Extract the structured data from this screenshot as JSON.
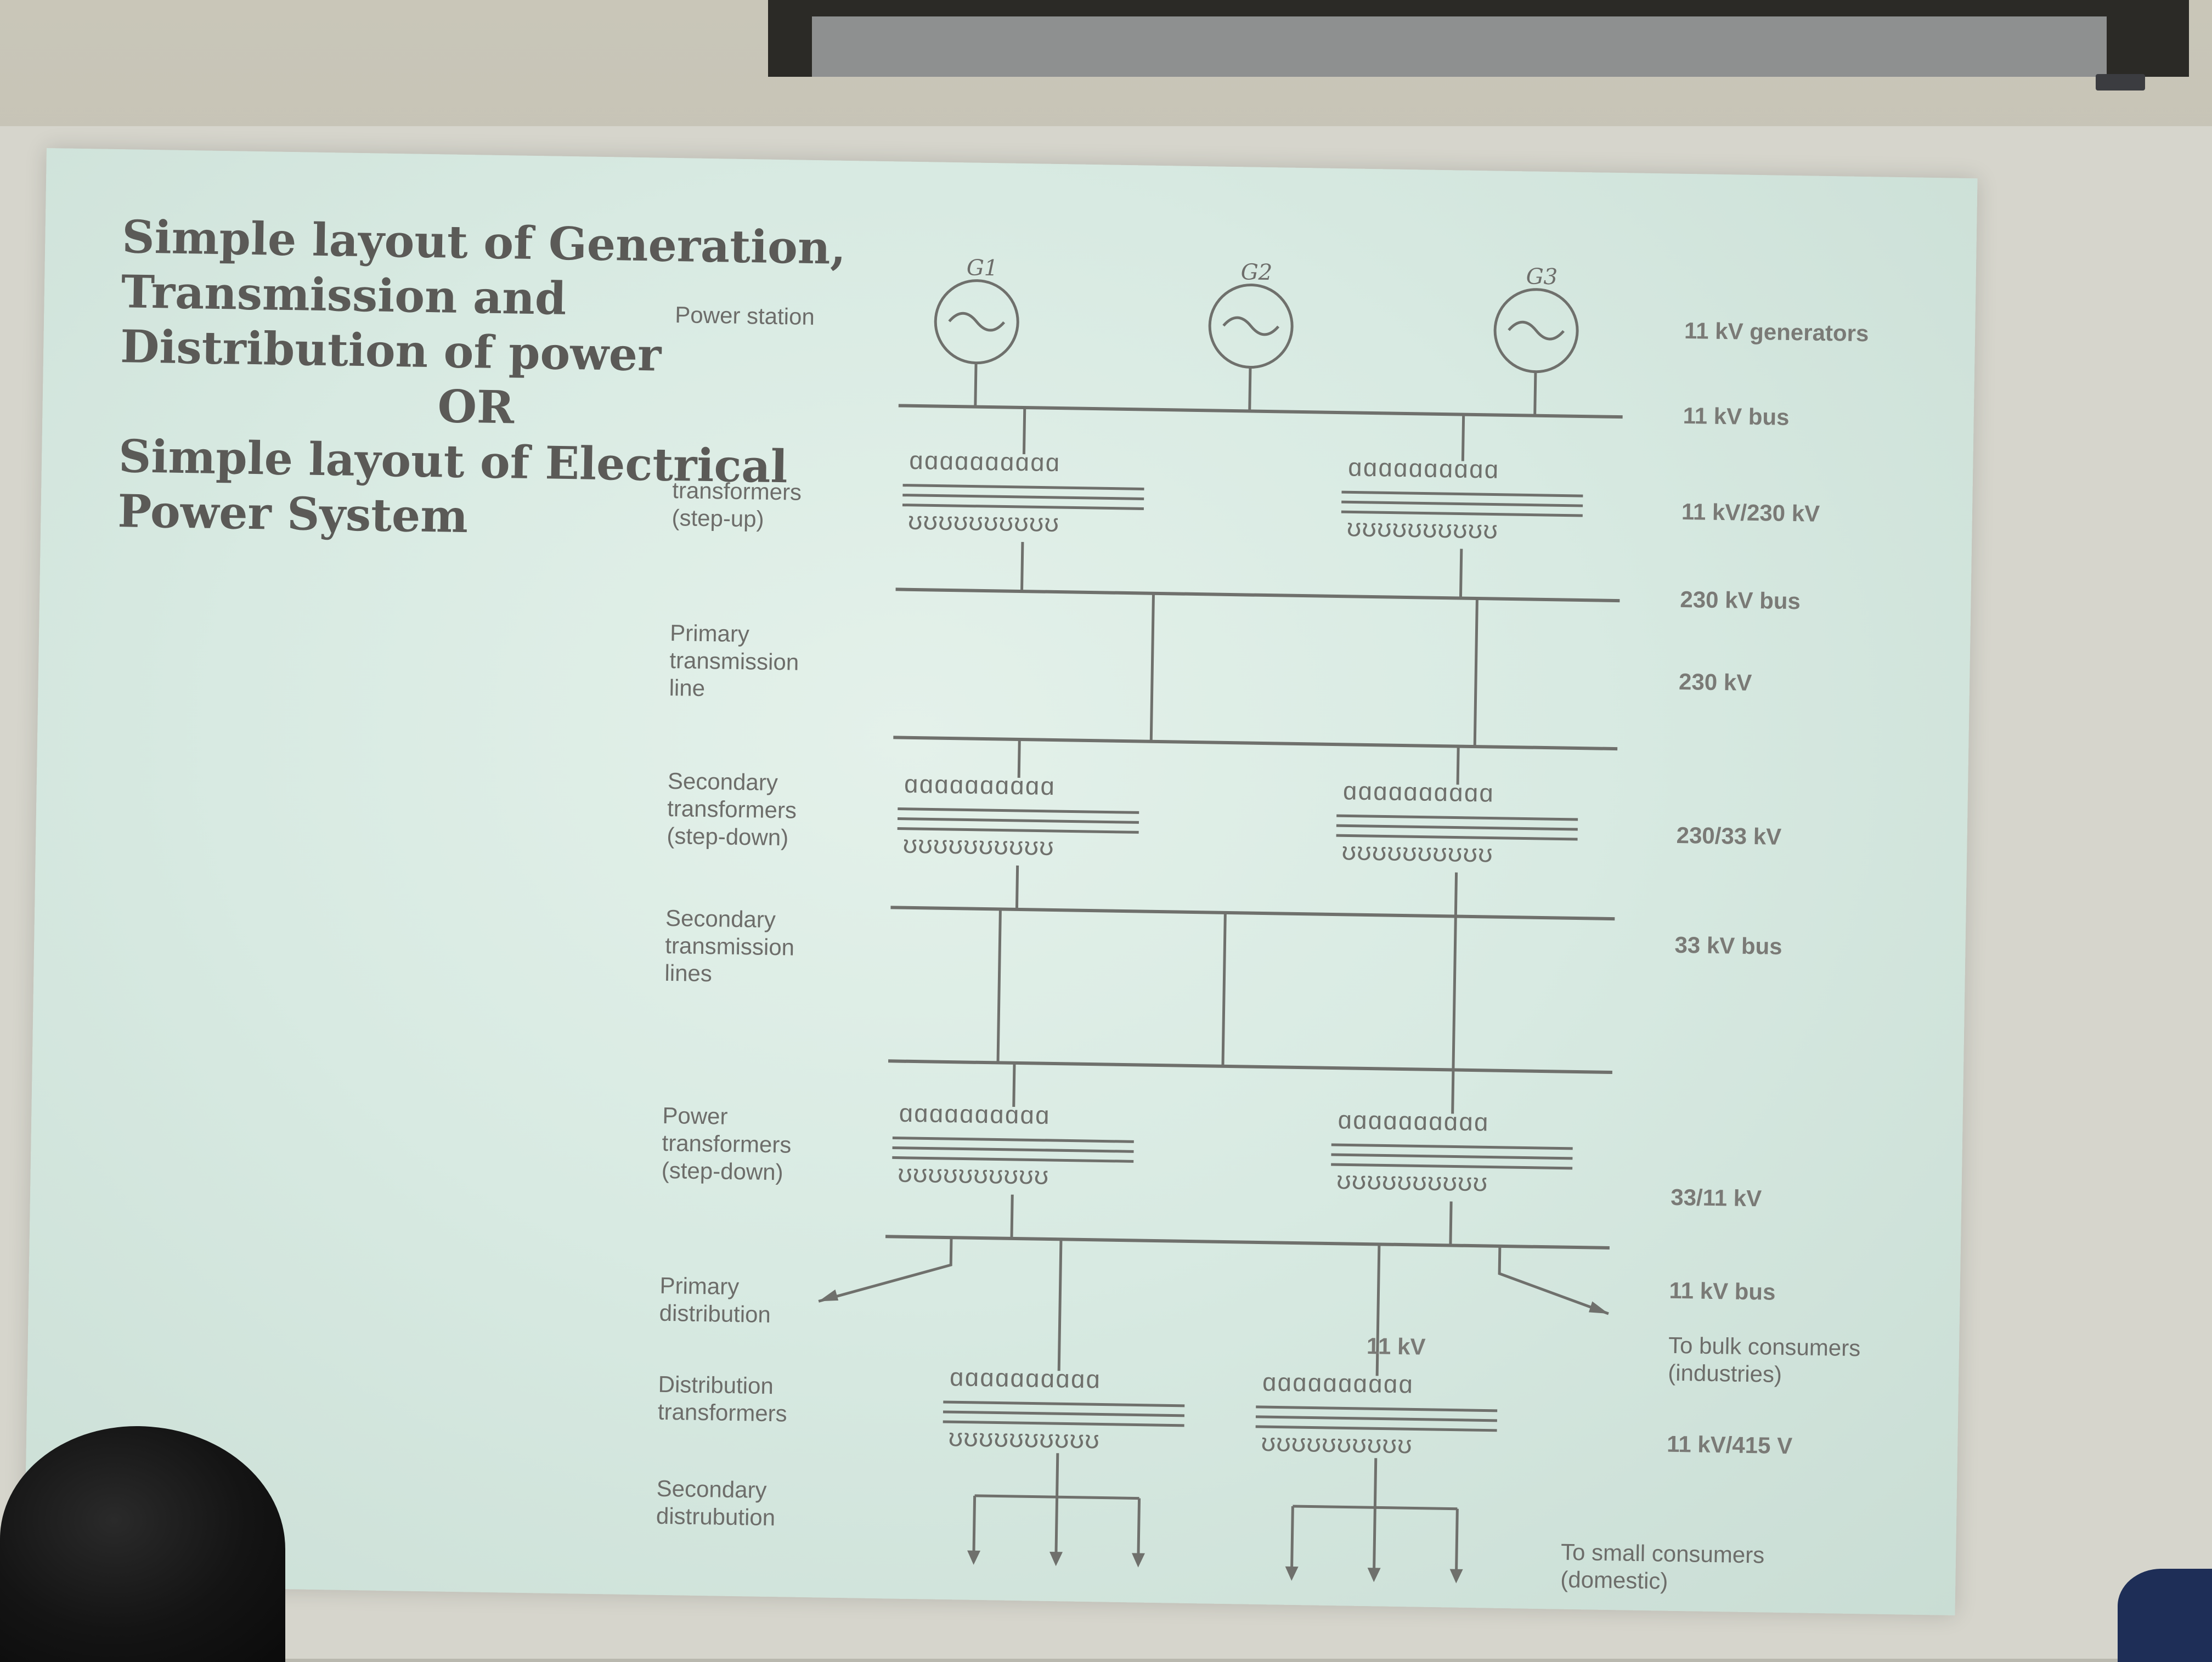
{
  "title_lines": [
    "Simple layout of Generation,",
    "Transmission and",
    "Distribution of power",
    "OR",
    "Simple layout of Electrical",
    "Power System"
  ],
  "generators": [
    "G1",
    "G2",
    "G3"
  ],
  "left_labels": {
    "power_station": "Power station",
    "step_up_1": "transformers",
    "step_up_2": "(step-up)",
    "primary_tx_1": "Primary",
    "primary_tx_2": "transmission",
    "primary_tx_3": "line",
    "sec_transformers_1": "Secondary",
    "sec_transformers_2": "transformers",
    "sec_transformers_3": "(step-down)",
    "sec_lines_1": "Secondary",
    "sec_lines_2": "transmission",
    "sec_lines_3": "lines",
    "power_tr_1": "Power",
    "power_tr_2": "transformers",
    "power_tr_3": "(step-down)",
    "primary_dist_1": "Primary",
    "primary_dist_2": "distribution",
    "dist_tr_1": "Distribution",
    "dist_tr_2": "transformers",
    "sec_dist_1": "Secondary",
    "sec_dist_2": "distrubution"
  },
  "right_labels": {
    "gen": "11 kV generators",
    "bus_11": "11 kV bus",
    "step_up": "11 kV/230 kV",
    "bus_230": "230 kV bus",
    "line_230": "230 kV",
    "step_down_33": "230/33 kV",
    "bus_33": "33 kV bus",
    "step_down_11": "33/11 kV",
    "bus_11b": "11 kV bus",
    "mid_11": "11 kV",
    "bulk_1": "To bulk consumers",
    "bulk_2": "(industries)",
    "dist_415": "11 kV/415 V",
    "small_1": "To small consumers",
    "small_2": "(domestic)"
  }
}
